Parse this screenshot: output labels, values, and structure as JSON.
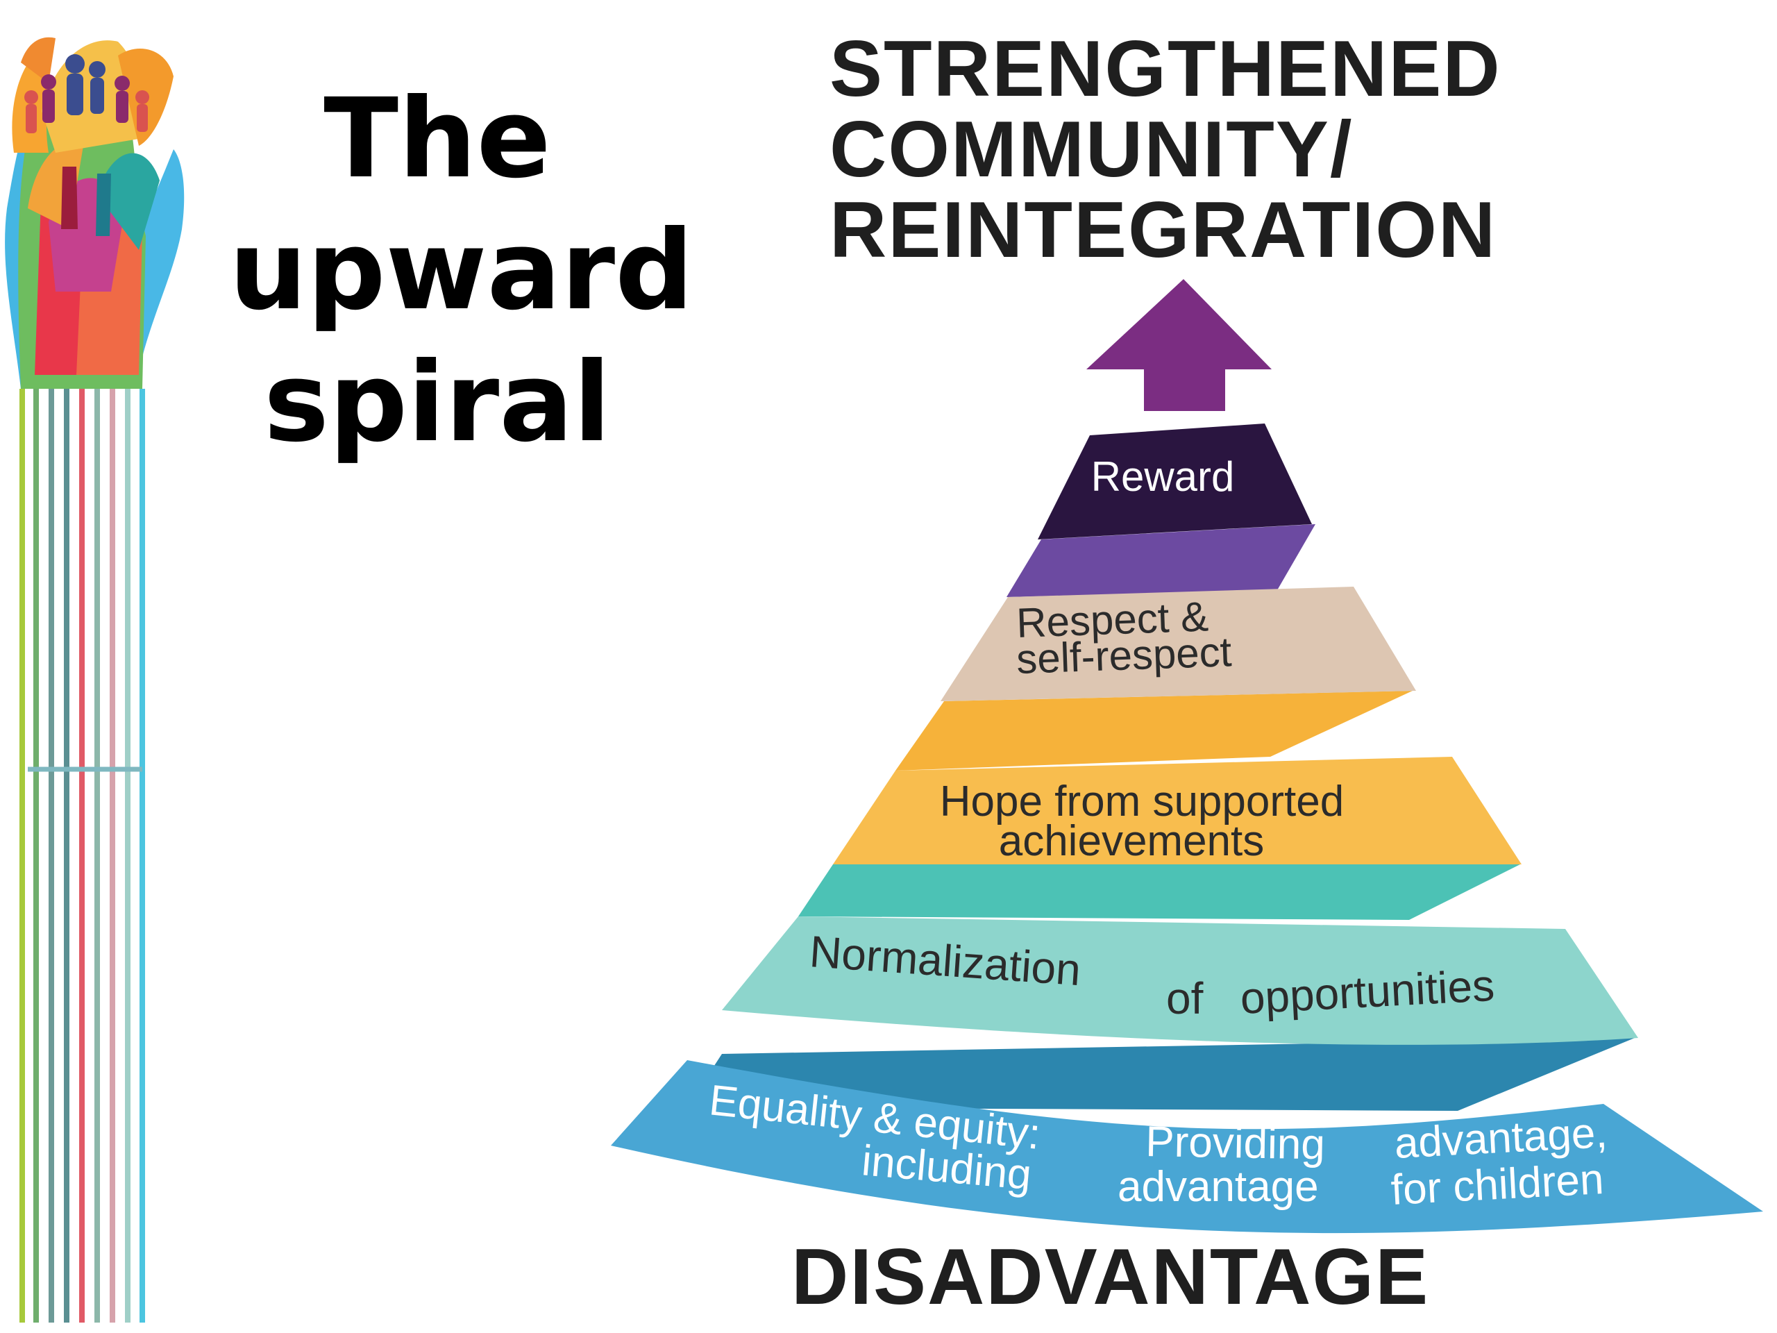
{
  "title": {
    "lines": [
      "The",
      "upward",
      "spiral"
    ]
  },
  "top_heading": {
    "lines": [
      "STRENGTHENED",
      "COMMUNITY/",
      "REINTEGRATION"
    ]
  },
  "bottom_heading": "DISADVANTAGE",
  "levels": {
    "reward": {
      "label": "Reward"
    },
    "respect": {
      "line1": "Respect &",
      "line2": "self-respect"
    },
    "hope": {
      "line1": "Hope from supported",
      "line2": "achievements"
    },
    "normalization": {
      "word1": "Normalization",
      "word2": "of",
      "word3": "opportunities"
    },
    "equality": {
      "col1_line1": "Equality & equity:",
      "col1_line2": "including",
      "col2_line1": "Providing",
      "col2_line2": "advantage",
      "col3_line1": "advantage,",
      "col3_line2": "for children"
    }
  },
  "colors": {
    "arrow": "#7b2d82",
    "reward": "#2a1540",
    "reward_fold": "#6c4aa1",
    "respect": "#ddc6b2",
    "respect_fold": "#f6b23a",
    "hope": "#f8bd4e",
    "hope_fold": "#4cc2b5",
    "normalization": "#8dd5cc",
    "normalization_fold": "#2c86ae",
    "equality": "#49a6d4"
  }
}
